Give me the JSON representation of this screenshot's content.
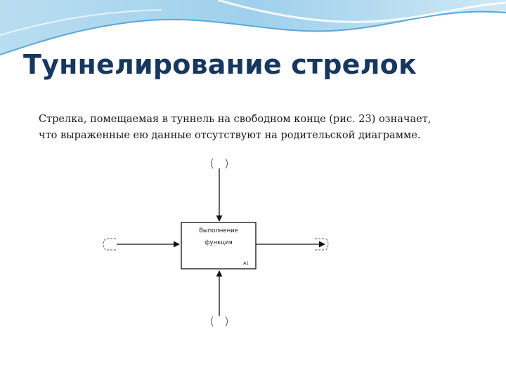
{
  "slide": {
    "title": "Туннелирование стрелок",
    "body_lines": [
      "Стрелка, помещаемая в туннель на свободном конце (рис. 23) означает,",
      "что выраженные ею данные отсутствуют на родительской диаграмме."
    ]
  },
  "diagram": {
    "function_box": {
      "name_line1": "Выполнение",
      "name_line2": "функция",
      "node_number": "A1"
    },
    "arrows": [
      {
        "role": "control",
        "direction": "into-box-top",
        "tunnel_end": "source"
      },
      {
        "role": "mechanism",
        "direction": "into-box-bottom",
        "tunnel_end": "source"
      },
      {
        "role": "input",
        "direction": "into-box-left",
        "tunnel_end": "source"
      },
      {
        "role": "output",
        "direction": "out-of-box-right",
        "tunnel_end": "destination"
      }
    ]
  },
  "colors": {
    "title": "#17375e",
    "wave_light": "#cfe8f5",
    "wave_mid": "#8fc7e6",
    "wave_dark": "#5aa7d6"
  }
}
